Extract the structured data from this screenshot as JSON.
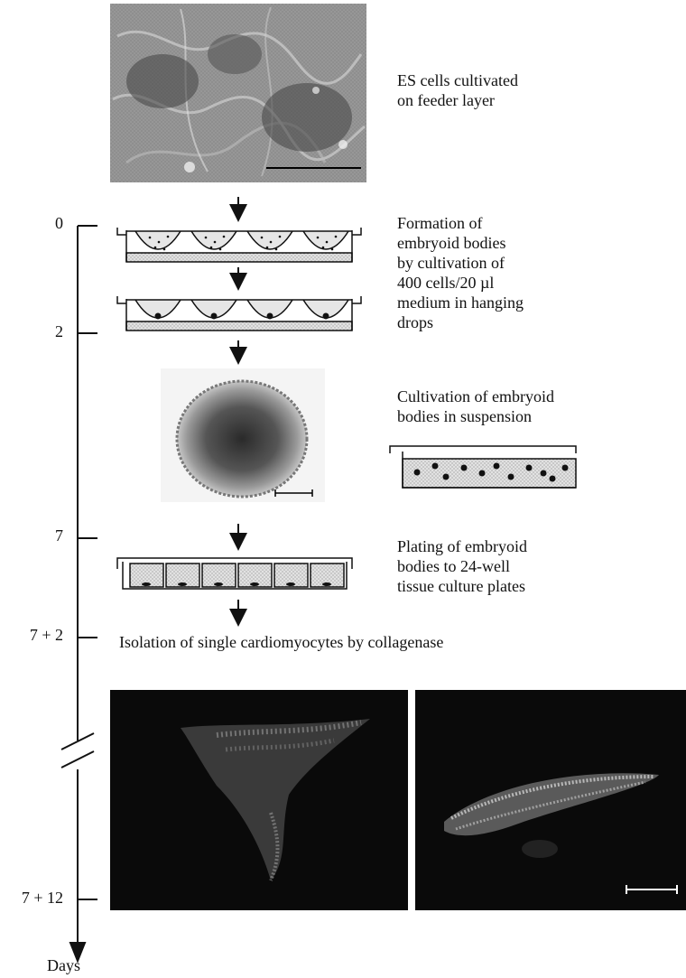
{
  "steps": {
    "es_cells": "ES cells cultivated\non feeder layer",
    "formation": "Formation of\nembryoid bodies\nby cultivation of\n400 cells/20 µl\nmedium in hanging\ndrops",
    "suspension": "Cultivation of embryoid\nbodies in suspension",
    "plating": "Plating of embryoid\nbodies to 24-well\ntissue culture plates",
    "isolation": "Isolation of single cardiomyocytes by collagenase"
  },
  "timeline": {
    "axis_label": "Days",
    "ticks": [
      "0",
      "2",
      "7",
      "7 + 2",
      "7 + 12"
    ]
  },
  "colors": {
    "ink": "#111111",
    "medium_fill": "#d9d9d9",
    "micrograph_dark": "#0a0a0a"
  }
}
